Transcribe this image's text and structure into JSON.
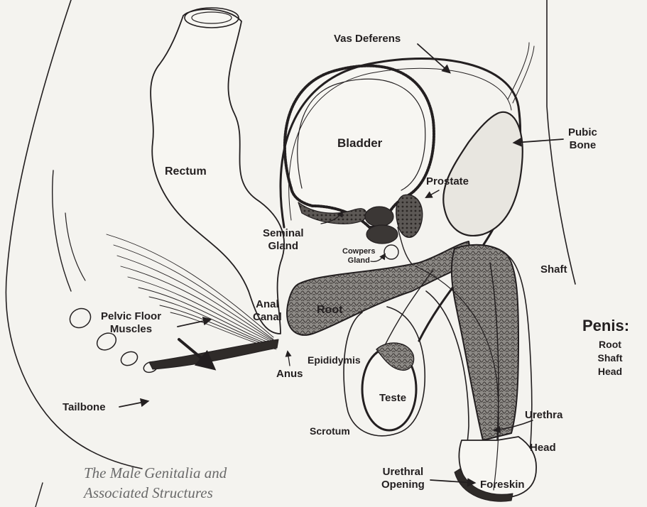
{
  "labels": {
    "vas_deferens": "Vas Deferens",
    "pubic_bone": [
      "Pubic",
      "Bone"
    ],
    "bladder": "Bladder",
    "rectum": "Rectum",
    "prostate": "Prostate",
    "seminal_gland": [
      "Seminal",
      "Gland"
    ],
    "cowpers_gland": [
      "Cowpers",
      "Gland"
    ],
    "shaft": "Shaft",
    "anal_canal": [
      "Anal",
      "Canal"
    ],
    "root": "Root",
    "pelvic_floor_muscles": [
      "Pelvic Floor",
      "Muscles"
    ],
    "epididymis": "Epididymis",
    "anus": "Anus",
    "tailbone": "Tailbone",
    "teste": "Teste",
    "scrotum": "Scrotum",
    "urethra": "Urethra",
    "head": "Head",
    "urethral_opening": [
      "Urethral",
      "Opening"
    ],
    "foreskin": "Foreskin"
  },
  "penis_legend": {
    "title": "Penis:",
    "items": [
      "Root",
      "Shaft",
      "Head"
    ]
  },
  "caption": [
    "The Male Genitalia and",
    "Associated Structures"
  ],
  "colors": {
    "background": "#f4f3ef",
    "ink": "#231f20",
    "caption": "#6a6a6a"
  }
}
